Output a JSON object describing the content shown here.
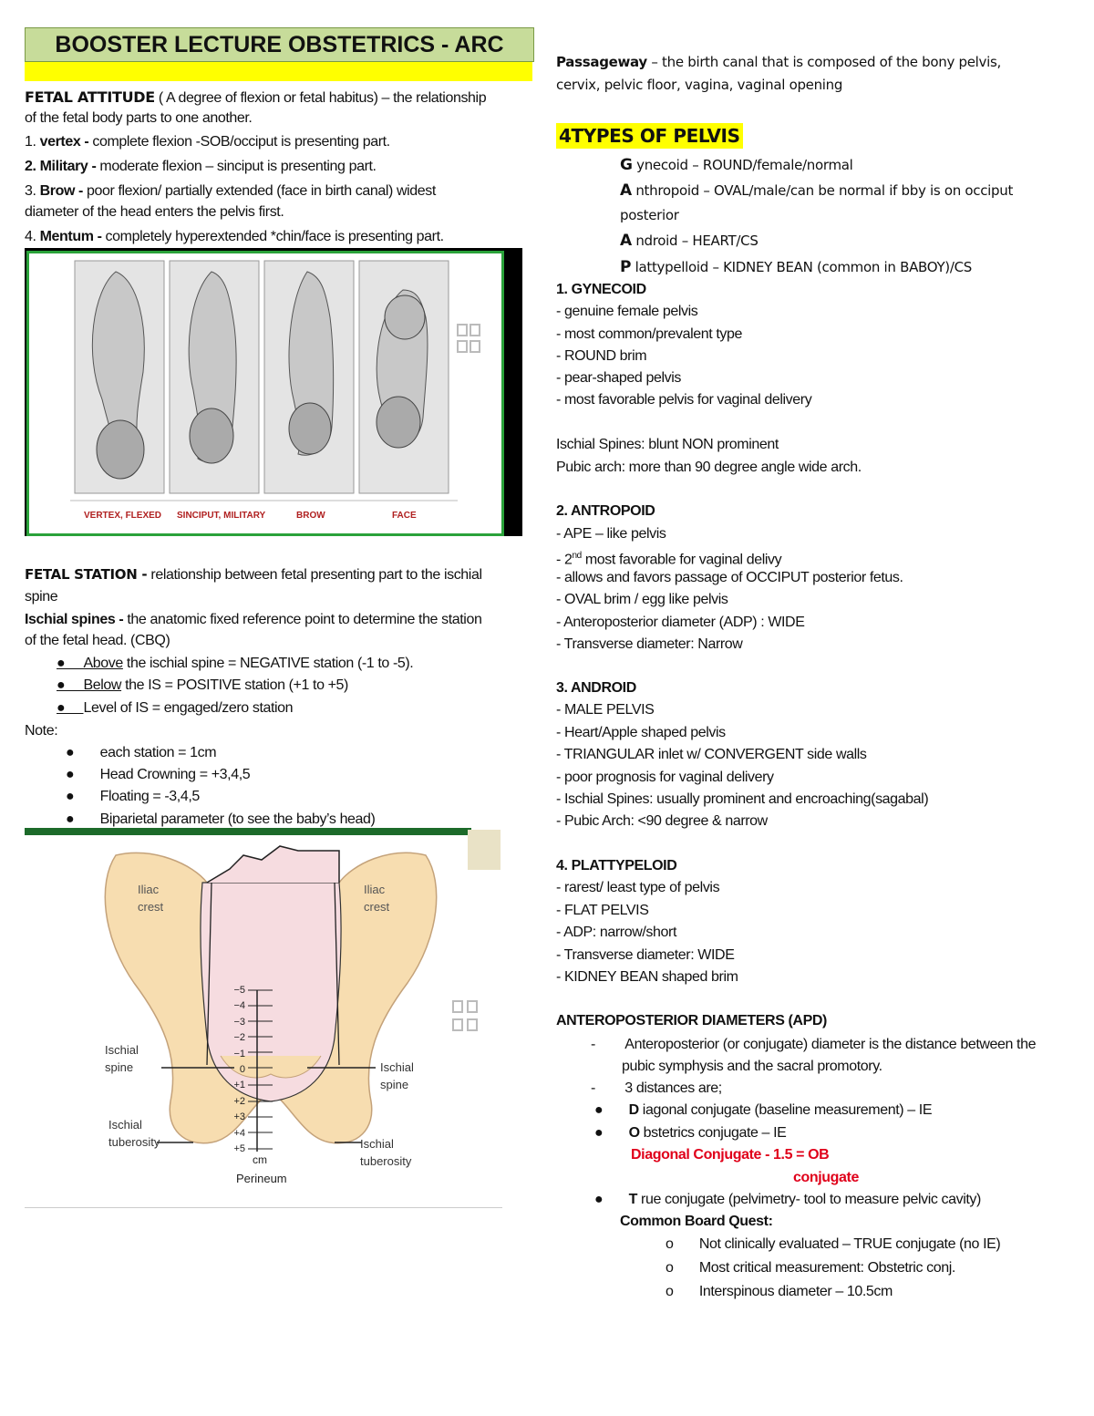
{
  "header": {
    "title": "BOOSTER LECTURE OBSTETRICS - ARC"
  },
  "left": {
    "attitude_title": "FETAL ATTITUDE",
    "attitude_desc1": " ( A degree of flexion or fetal habitus) – the relationship",
    "attitude_desc2": "of the fetal body parts to one another.",
    "items": [
      {
        "num": "1.",
        "name": "vertex -",
        "text": "  complete flexion -SOB/occiput is presenting part."
      },
      {
        "num": "2.",
        "name": "Military -",
        "text": "  moderate flexion – sinciput is presenting part."
      },
      {
        "num": "3.",
        "name": "Brow -",
        "text": "  poor flexion/ partially extended (face in birth canal) widest"
      },
      {
        "num": "4.",
        "name": "Mentum -",
        "text": "  completely hyperextended *chin/face is presenting part."
      }
    ],
    "brow_cont": "diameter of the head enters the pelvis first.",
    "figure1_labels": [
      "VERTEX, FLEXED",
      "SINCIPUT, MILITARY",
      "BROW",
      "FACE"
    ],
    "station_title": "FETAL STATION -",
    "station_desc1": " relationship between fetal presenting part to the ischial",
    "station_desc2": "spine",
    "ischial_title": "Ischial spines -",
    "ischial_desc1": " the anatomic fixed reference point to determine the station",
    "ischial_desc2": "of the fetal head. (CBQ)",
    "bullets": [
      {
        "u": "Above",
        "text": " the ischial spine = NEGATIVE station (-1 to -5)."
      },
      {
        "u": "Below",
        "text": " the IS = POSITIVE station (+1 to +5)"
      },
      {
        "u": "",
        "text": "Level of IS = engaged/zero station"
      }
    ],
    "note": "Note:",
    "notes": [
      "each station = 1cm",
      "Head Crowning = +3,4,5",
      "Floating = -3,4,5",
      "Biparietal parameter (to see the baby’s head)"
    ],
    "figure2": {
      "iliac_left": [
        "Iliac",
        "crest"
      ],
      "iliac_right": [
        "Iliac",
        "crest"
      ],
      "spine_left": [
        "Ischial",
        "spine"
      ],
      "spine_right": [
        "Ischial",
        "spine"
      ],
      "tub_left": [
        "Ischial",
        "tuberosity"
      ],
      "tub_right": [
        "Ischial",
        "tuberosity"
      ],
      "scale": [
        "−5",
        "−4",
        "−3",
        "−2",
        "−1",
        "0",
        "+1",
        "+2",
        "+3",
        "+4",
        "+5"
      ],
      "cm": "cm",
      "perineum": "Perineum"
    }
  },
  "right": {
    "passage_title": "Passageway",
    "passage_desc1": " – the birth canal that is composed of the bony pelvis,",
    "passage_desc2": "cervix, pelvic floor, vagina, vaginal opening",
    "types_heading": "4TYPES OF PELVIS",
    "types": [
      {
        "letter": "G",
        "text": " ynecoid – ROUND/female/normal"
      },
      {
        "letter": "A",
        "text": " nthropoid – OVAL/male/can be normal if bby is on occiput"
      },
      {
        "letter": "",
        "text": "posterior"
      },
      {
        "letter": "A",
        "text": " ndroid – HEART/CS"
      },
      {
        "letter": "P",
        "text": " lattypelloid – KIDNEY BEAN (common in BABOY)/CS"
      }
    ],
    "gyn_title": "1. GYNECOID",
    "gyn": [
      "- genuine female pelvis",
      "- most common/prevalent type",
      "- ROUND brim",
      "- pear-shaped pelvis",
      "- most favorable pelvis for vaginal delivery"
    ],
    "gyn_extra": [
      "Ischial Spines: blunt NON prominent",
      "Pubic arch: more than 90 degree angle wide arch."
    ],
    "ant_title": "2. ANTROPOID",
    "ant": [
      "- APE – like pelvis",
      "- 2nd most favorable for vaginal delivy",
      "- allows and favors passage of OCCIPUT posterior fetus.",
      "- OVAL brim / egg like pelvis",
      "- Anteroposterior diameter (ADP) : WIDE",
      "- Transverse diameter: Narrow"
    ],
    "and_title": "3. ANDROID",
    "and": [
      "- MALE PELVIS",
      "- Heart/Apple shaped pelvis",
      "- TRIANGULAR inlet w/ CONVERGENT side walls",
      "- poor prognosis for vaginal delivery",
      "- Ischial Spines: usually prominent and encroaching(sagabal)",
      "- Pubic Arch: <90 degree & narrow"
    ],
    "plat_title": "4.  PLATTYPELOID",
    "plat": [
      "- rarest/ least type of pelvis",
      "- FLAT PELVIS",
      "- ADP: narrow/short",
      "- Transverse diameter: WIDE",
      "- KIDNEY BEAN shaped brim"
    ],
    "apd_title": "ANTEROPOSTERIOR DIAMETERS (APD)",
    "apd_desc1": "Anteroposterior (or conjugate) diameter is the distance between the",
    "apd_desc2": "pubic symphysis and the sacral promotory.",
    "apd_count": "3 distances are;",
    "diag": {
      "letter": "D",
      "text": " iagonal conjugate (baseline measurement) – IE"
    },
    "obst": {
      "letter": "O",
      "text": " bstetrics conjugate – IE"
    },
    "red1": "Diagonal Conjugate - 1.5 = OB",
    "red2": "conjugate",
    "true": {
      "letter": "T",
      "text": " rue conjugate (pelvimetry- tool to measure pelvic cavity)"
    },
    "cbq": "Common Board Quest:",
    "cbq_items": [
      "Not clinically evaluated – TRUE conjugate (no IE)",
      "Most critical measurement: Obstetric conj.",
      "Interspinous diameter – 10.5cm"
    ]
  }
}
